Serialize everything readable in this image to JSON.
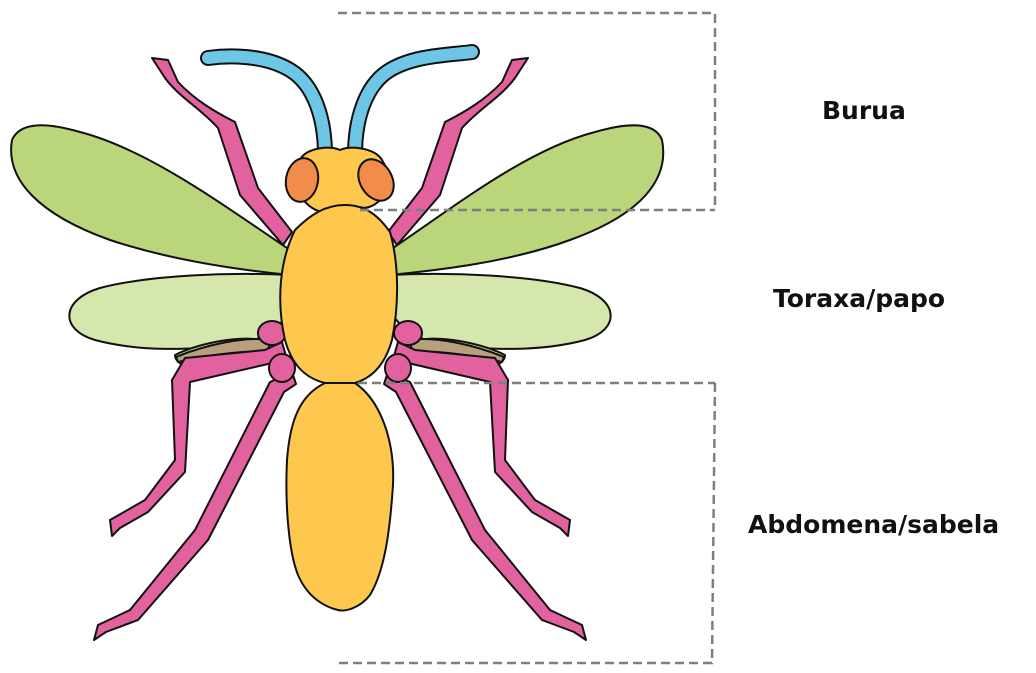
{
  "labels": {
    "head": "Burua",
    "thorax": "Toraxa/papo",
    "abdomen": "Abdomena/sabela"
  },
  "colors": {
    "antenna": "#6EC6E6",
    "head": "#FEC74E",
    "eye": "#F28C4A",
    "thorax": "#FEC74E",
    "abdomen": "#FEC74E",
    "legs": "#E2619F",
    "forewing": "#BAD57A",
    "hindwing": "#CFE3A0",
    "wing_vein": "#B89F7E",
    "outline": "#111111",
    "guide_lines": "#7F7F7F"
  }
}
